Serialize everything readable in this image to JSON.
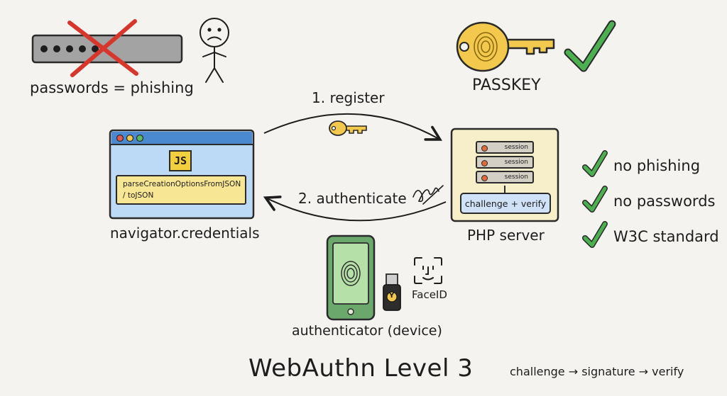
{
  "passwords_label": "passwords = phishing",
  "passkey_label": "PASSKEY",
  "step1_label": "1. register",
  "step2_label": "2. authenticate",
  "browser": {
    "code_line1": "parseCreationOptionsFromJSON",
    "code_line2": "/ toJSON",
    "js_badge": "JS",
    "label": "navigator.credentials"
  },
  "server": {
    "sessions": [
      "session",
      "session",
      "session"
    ],
    "chip": "challenge + verify",
    "label": "PHP server"
  },
  "benefits": [
    "no phishing",
    "no passwords",
    "W3C standard"
  ],
  "authenticator": {
    "faceid": "FaceID",
    "key_letter": "Y",
    "label": "authenticator (device)"
  },
  "title": "WebAuthn Level 3",
  "flow": "challenge → signature → verify",
  "colors": {
    "background": "#f4f3ef",
    "check_green": "#4caf50",
    "cross_red": "#d7362d",
    "key_gold": "#f2c94c",
    "browser_blue": "#bcdaf5",
    "phone_green": "#6aa86c"
  }
}
